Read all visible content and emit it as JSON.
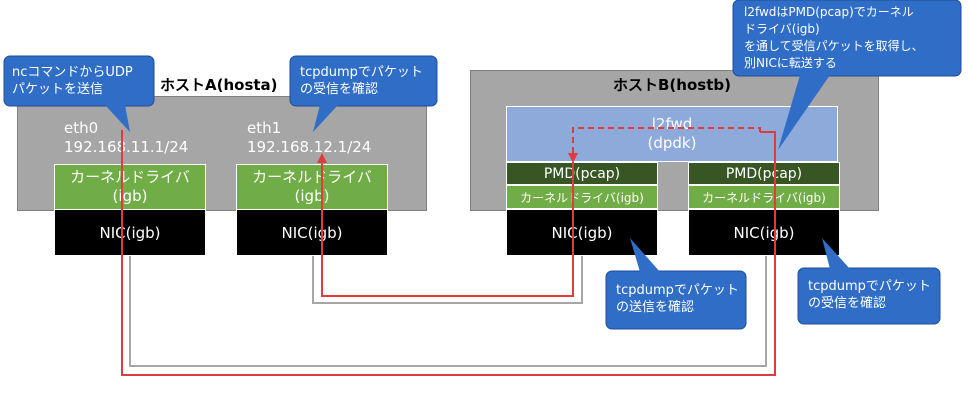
{
  "hostA": {
    "title": "ホストA(hosta)",
    "eth0": {
      "name": "eth0",
      "ip": "192.168.11.1/24"
    },
    "eth1": {
      "name": "eth1",
      "ip": "192.168.12.1/24"
    },
    "driver_left": {
      "line1": "カーネルドライバ",
      "line2": "(igb)"
    },
    "driver_right": {
      "line1": "カーネルドライバ",
      "line2": "(igb)"
    },
    "nic_left": "NIC(igb)",
    "nic_right": "NIC(igb)"
  },
  "hostB": {
    "title": "ホストB(hostb)",
    "l2fwd": {
      "line1": "l2fwd",
      "line2": "(dpdk)"
    },
    "pmd_left": "PMD(pcap)",
    "pmd_right": "PMD(pcap)",
    "driver_left": "カーネルドライバ(igb)",
    "driver_right": "カーネルドライバ(igb)",
    "nic_left": "NIC(igb)",
    "nic_right": "NIC(igb)"
  },
  "callouts": {
    "nc": "ncコマンドからUDP\nパケットを送信",
    "tcpdump_recv_a": "tcpdumpでパケット\nの受信を確認",
    "l2fwd_note": "l2fwdはPMD(pcap)でカーネル\nドライバ(igb)\nを通して受信パケットを取得し、\n別NICに転送する",
    "tcpdump_send_b": "tcpdumpでパケット\nの送信を確認",
    "tcpdump_recv_b": "tcpdumpでパケット\nの受信を確認"
  },
  "colors": {
    "host_bg": "#a6a6a6",
    "driver_green": "#70ad47",
    "pmd_dark_green": "#375623",
    "l2fwd_blue": "#8eaadb",
    "nic_black": "#000000",
    "callout_blue": "#2f6dc7",
    "packet_red": "#e03c3c",
    "cable_gray": "#a6a6a6"
  }
}
